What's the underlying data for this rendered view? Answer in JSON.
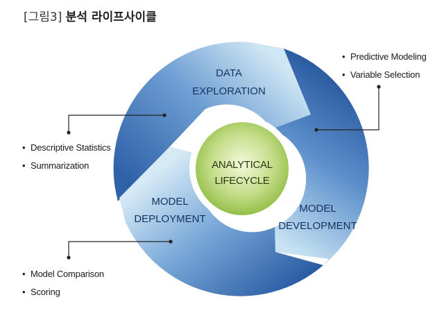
{
  "caption": {
    "tag": "[그림3]",
    "title": "분석 라이프사이클"
  },
  "center_label": [
    "ANALYTICAL",
    "LIFECYCLE"
  ],
  "phases": {
    "exploration": [
      "DATA",
      "EXPLORATION"
    ],
    "development": [
      "MODEL",
      "DEVELOPMENT"
    ],
    "deployment": [
      "MODEL",
      "DEPLOYMENT"
    ]
  },
  "bullets": {
    "modeling": [
      "Predictive Modeling",
      "Variable Selection"
    ],
    "statistics": [
      "Descriptive Statistics",
      "Summarization"
    ],
    "deployment": [
      "Model Comparison",
      "Scoring"
    ]
  },
  "colors": {
    "ring_dark": "#2c5ea5",
    "ring_light": "#c9e2f2",
    "center_light": "#e8f4c4",
    "center_dark": "#8dbb3a",
    "center_border": "#ffffff",
    "connector": "#222222"
  }
}
